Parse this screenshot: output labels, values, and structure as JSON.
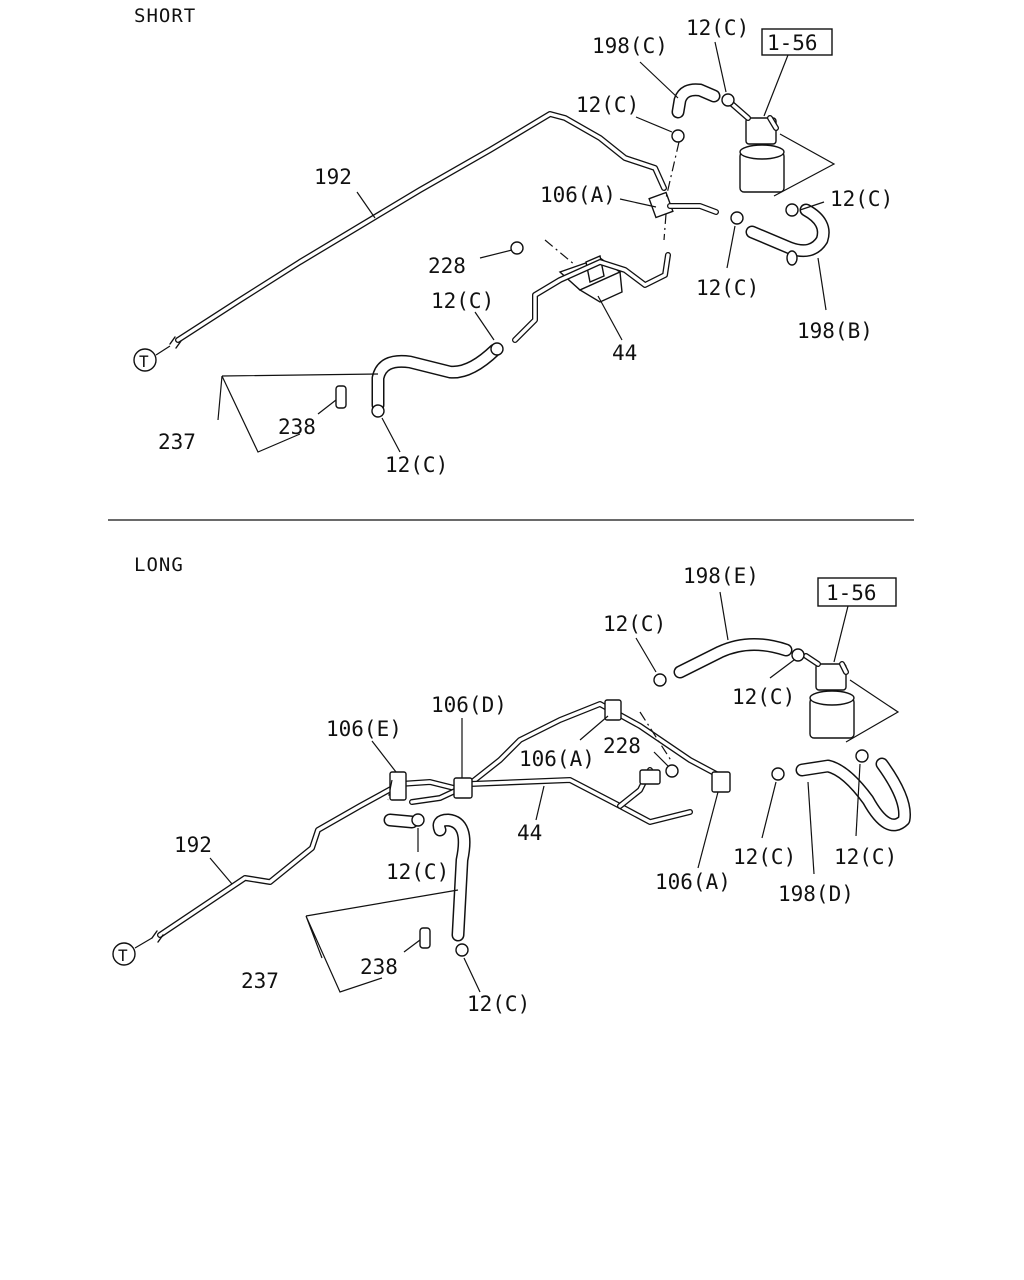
{
  "short": {
    "section_title": "SHORT",
    "ref_box": "1-56",
    "terminal": "T",
    "labels": {
      "l192": "192",
      "l198c": "198(C)",
      "l12c_top": "12(C)",
      "l12c_mid": "12(C)",
      "l106a": "106(A)",
      "l12c_right": "12(C)",
      "l228": "228",
      "l12c_left": "12(C)",
      "l12c_center": "12(C)",
      "l198b": "198(B)",
      "l44": "44",
      "l237": "237",
      "l238": "238",
      "l12c_bottom": "12(C)"
    }
  },
  "long": {
    "section_title": "LONG",
    "ref_box": "1-56",
    "terminal": "T",
    "labels": {
      "l198e": "198(E)",
      "l12c_top": "12(C)",
      "l12c_right_upper": "12(C)",
      "l106d": "106(D)",
      "l106e": "106(E)",
      "l106a_upper": "106(A)",
      "l228": "228",
      "l192": "192",
      "l44": "44",
      "l12c_left": "12(C)",
      "l106a_lower": "106(A)",
      "l12c_center": "12(C)",
      "l12c_right": "12(C)",
      "l198d": "198(D)",
      "l237": "237",
      "l238": "238",
      "l12c_bottom": "12(C)"
    }
  }
}
